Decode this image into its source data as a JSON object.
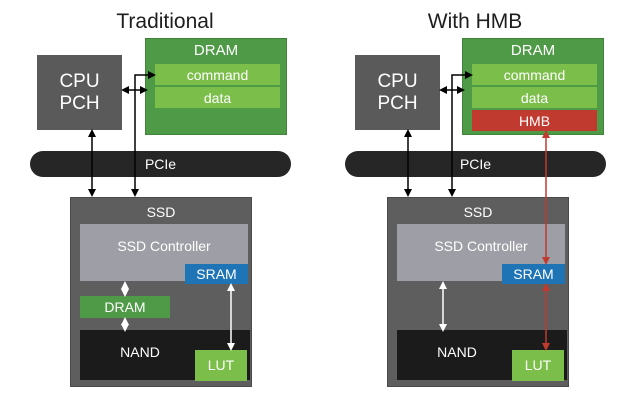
{
  "traditional": {
    "title": "Traditional",
    "cpu_line1": "CPU",
    "cpu_line2": "PCH",
    "dram_title": "DRAM",
    "dram_command": "command",
    "dram_data": "data",
    "pcie": "PCIe",
    "ssd_title": "SSD",
    "controller": "SSD Controller",
    "sram": "SRAM",
    "ssd_dram": "DRAM",
    "nand": "NAND",
    "lut": "LUT"
  },
  "hmb": {
    "title": "With HMB",
    "cpu_line1": "CPU",
    "cpu_line2": "PCH",
    "dram_title": "DRAM",
    "dram_command": "command",
    "dram_data": "data",
    "dram_hmb": "HMB",
    "pcie": "PCIe",
    "ssd_title": "SSD",
    "controller": "SSD Controller",
    "sram": "SRAM",
    "nand": "NAND",
    "lut": "LUT"
  },
  "colors": {
    "dram_green": "#4f9a47",
    "strip_green": "#7bbf4a",
    "hmb_red": "#c13a2f",
    "sram_blue": "#1f74b5",
    "cpu_gray": "#5a5a5a",
    "pcie_black": "#262626",
    "arrow_black": "#000000",
    "arrow_white": "#ffffff",
    "arrow_red": "#c13a2f"
  }
}
